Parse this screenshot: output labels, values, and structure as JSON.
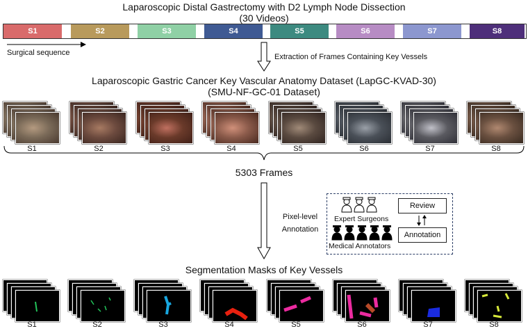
{
  "header": {
    "title_line1": "Laparoscopic Distal Gastrectomy with D2 Lymph Node Dissection",
    "title_line2": "(30 Videos)"
  },
  "phases": [
    {
      "label": "S1",
      "color": "#d96b6b"
    },
    {
      "label": "S2",
      "color": "#b89a5c"
    },
    {
      "label": "S3",
      "color": "#8fd0a5"
    },
    {
      "label": "S4",
      "color": "#3f5a93"
    },
    {
      "label": "S5",
      "color": "#3d8a80"
    },
    {
      "label": "S6",
      "color": "#b78cc4"
    },
    {
      "label": "S7",
      "color": "#8c97cf"
    },
    {
      "label": "S8",
      "color": "#4e2f7a"
    }
  ],
  "sequence_label": "Surgical sequence",
  "extraction_label": "Extraction of Frames Containing Key Vessels",
  "dataset": {
    "line1": "Laparoscopic Gastric Cancer Key Vascular Anatomy Dataset (LapGC-KVAD-30)",
    "line2": "(SMU-NF-GC-01 Dataset)"
  },
  "frame_labels": [
    "S1",
    "S2",
    "S3",
    "S4",
    "S5",
    "S6",
    "S7",
    "S8"
  ],
  "frames_count": "5303 Frames",
  "annotation": {
    "pixel_level": "Pixel-level",
    "annotation_word": "Annotation",
    "expert_surgeons": "Expert Surgeons",
    "medical_annotators": "Medical Annotators",
    "review": "Review",
    "annotation_box": "Annotation"
  },
  "masks_title": "Segmentation Masks of Key Vessels",
  "mask_labels": [
    "S1",
    "S2",
    "S3",
    "S4",
    "S5",
    "S6",
    "S7",
    "S8"
  ],
  "colors": {
    "mask_s1": "#22c45a",
    "mask_s2": "#22c45a",
    "mask_s3": "#18a7e0",
    "mask_s4": "#e8200f",
    "mask_s5": "#ec2ba0",
    "mask_s6": "#ec2ba0",
    "mask_s7": "#1a2be0",
    "mask_s8": "#d6e83a"
  }
}
